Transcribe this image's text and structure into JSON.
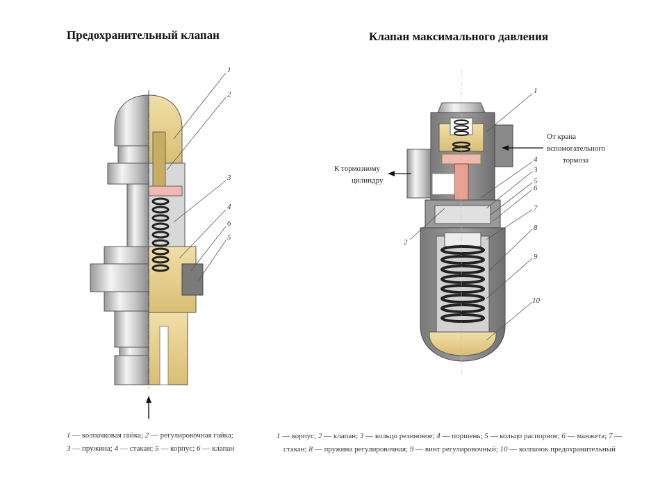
{
  "titles": {
    "left": "Предохранительный клапан",
    "right": "Клапан максимального давления"
  },
  "left_valve": {
    "callouts": [
      "1",
      "2",
      "3",
      "4",
      "6",
      "5"
    ],
    "legend": {
      "line1": [
        {
          "n": "1",
          "text": " — колпачковая гайка; "
        },
        {
          "n": "2",
          "text": " — регулировочная гайка;"
        }
      ],
      "line2": [
        {
          "n": "3",
          "text": " — пружина; "
        },
        {
          "n": "4",
          "text": " — стакан; "
        },
        {
          "n": "5",
          "text": " — корпус; "
        },
        {
          "n": "6",
          "text": " — клапан"
        }
      ]
    }
  },
  "right_valve": {
    "callouts": [
      "1",
      "4",
      "3",
      "5",
      "6",
      "7",
      "8",
      "9",
      "10",
      "2"
    ],
    "labels": {
      "from_crane_1": "От крана",
      "from_crane_2": "вспомогательного",
      "from_crane_3": "тормоза",
      "to_cyl_1": "К тормозному",
      "to_cyl_2": "цилиндру"
    },
    "legend": {
      "line1": [
        {
          "n": "1",
          "text": " — корпус; "
        },
        {
          "n": "2",
          "text": " — клапан; "
        },
        {
          "n": "3",
          "text": " — кольцо резиновое; "
        },
        {
          "n": "4",
          "text": " — поршень; "
        },
        {
          "n": "5",
          "text": " — кольцо распорное; "
        },
        {
          "n": "6",
          "text": " — манжета; "
        },
        {
          "n": "7",
          "text": " —"
        }
      ],
      "line2": [
        {
          "n": "",
          "text": "стакан; "
        },
        {
          "n": "8",
          "text": " — пружина регулировочная; "
        },
        {
          "n": "9",
          "text": " — винт регулировочный; "
        },
        {
          "n": "10",
          "text": " — колпачок предохранительный"
        }
      ]
    }
  },
  "colors": {
    "steel_light": "#e6e6e6",
    "steel_mid": "#b5b5b5",
    "steel_dark": "#6f6f6f",
    "brass": "#e9d49a",
    "brass_dark": "#c9a95a",
    "section_gray": "#8a8a8a",
    "pink": "#f0b8b0",
    "valve_red": "#e8a090"
  }
}
